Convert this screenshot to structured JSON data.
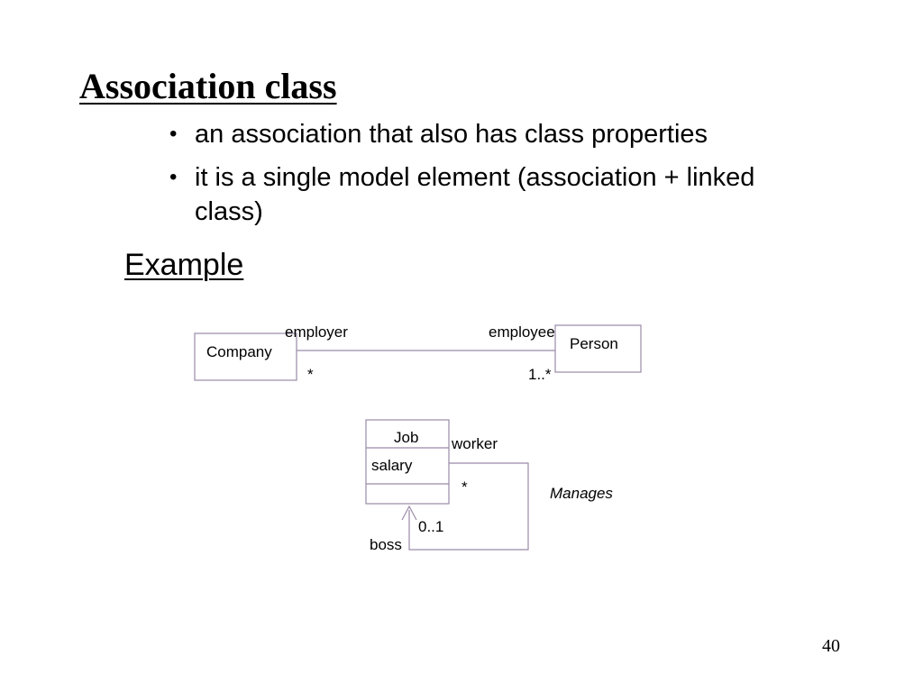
{
  "slide": {
    "title": "Association class",
    "bullets": [
      "an association that also has class properties",
      "it is a single model element (association + linked class)"
    ],
    "bullet_symbol": "•",
    "example_heading": "Example",
    "page_number": "40"
  },
  "diagram": {
    "company": {
      "name": "Company"
    },
    "person": {
      "name": "Person"
    },
    "employment": {
      "employer_role": "employer",
      "employee_role": "employee",
      "employer_multiplicity": "*",
      "employee_multiplicity": "1..*"
    },
    "job": {
      "name": "Job",
      "attribute": "salary"
    },
    "manages": {
      "name": "Manages",
      "worker_role": "worker",
      "worker_multiplicity": "*",
      "boss_role": "boss",
      "boss_multiplicity": "0..1"
    },
    "line_color": "#9a8aa6"
  }
}
